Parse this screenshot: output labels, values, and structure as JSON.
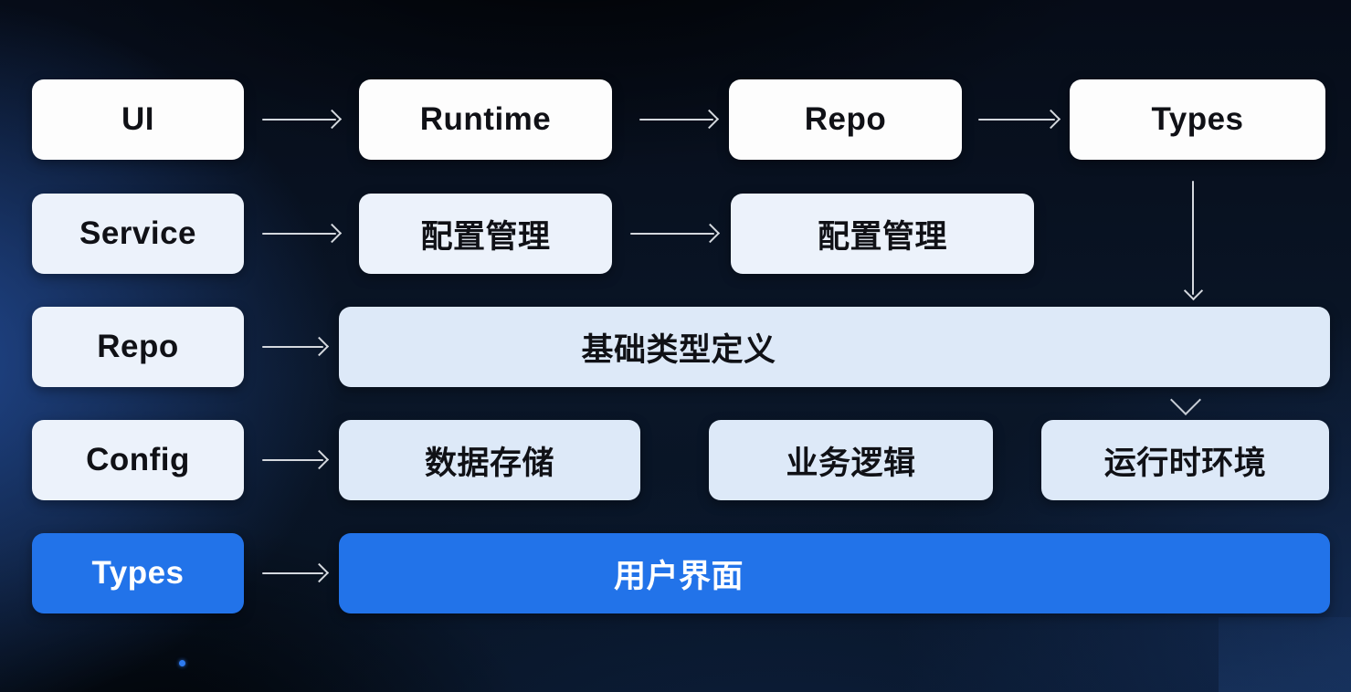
{
  "colors": {
    "background_navy": "#0a1628",
    "background_glow_blue": "#22498f",
    "box_white": "#fdfdfd",
    "box_light": "#ecf2fb",
    "box_soft_blue": "#dde9f8",
    "box_accent_blue": "#2273e9",
    "arrow": "#d4d8de",
    "text_dark": "#101116",
    "text_light": "#ffffff"
  },
  "icons": {
    "arrow_right_icon": "→",
    "arrow_down_icon": "↓",
    "chevron_down_icon": "v"
  },
  "boxes": {
    "r1c1": {
      "label": "UI"
    },
    "r1c2": {
      "label": "Runtime"
    },
    "r1c3": {
      "label": "Repo"
    },
    "r1c4": {
      "label": "Types"
    },
    "r2c1": {
      "label": "Service"
    },
    "r2c2": {
      "label": "配置管理"
    },
    "r2c3": {
      "label": "配置管理"
    },
    "r3c1": {
      "label": "Repo"
    },
    "r3c2": {
      "label": "基础类型定义"
    },
    "r4c1": {
      "label": "Config"
    },
    "r4c2": {
      "label": "数据存储"
    },
    "r4c3": {
      "label": "业务逻辑"
    },
    "r4c4": {
      "label": "运行时环境"
    },
    "r5c1": {
      "label": "Types"
    },
    "r5c2": {
      "label": "用户界面"
    }
  },
  "connections": [
    {
      "from": "UI",
      "to": "Runtime",
      "type": "arrow-right"
    },
    {
      "from": "Runtime",
      "to": "Repo",
      "type": "arrow-right"
    },
    {
      "from": "Repo",
      "to": "Types",
      "type": "arrow-right"
    },
    {
      "from": "Service",
      "to": "配置管理",
      "type": "arrow-right"
    },
    {
      "from": "配置管理",
      "to": "配置管理",
      "type": "arrow-right"
    },
    {
      "from": "Repo",
      "to": "基础类型定义",
      "type": "arrow-right"
    },
    {
      "from": "Config",
      "to": "数据存储",
      "type": "arrow-right"
    },
    {
      "from": "Types",
      "to": "用户界面",
      "type": "arrow-right"
    },
    {
      "from": "Types",
      "to": "基础类型定义",
      "type": "arrow-down"
    },
    {
      "from": "基础类型定义",
      "to": "运行时环境",
      "type": "chevron-down"
    }
  ]
}
